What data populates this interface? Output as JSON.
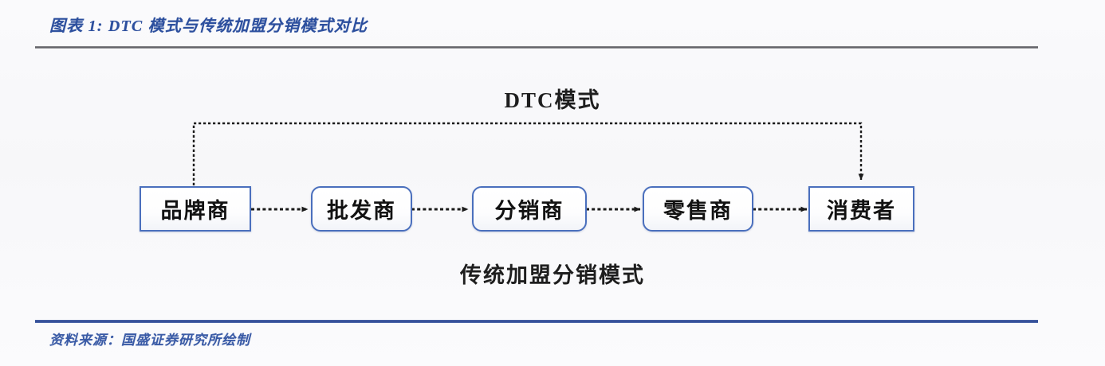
{
  "exhibit": {
    "title": "图表 1: DTC 模式与传统加盟分销模式对比",
    "source": "资料来源：国盛证券研究所绘制"
  },
  "diagram": {
    "top_label": "DTC模式",
    "bottom_label": "传统加盟分销模式",
    "accent_color": "#4a6fbd",
    "title_color": "#2c4f9e",
    "source_color": "#3a5ba6",
    "nodes": [
      {
        "id": "brand",
        "label": "品牌商",
        "shape": "sharp"
      },
      {
        "id": "wholesaler",
        "label": "批发商",
        "shape": "round"
      },
      {
        "id": "distributor",
        "label": "分销商",
        "shape": "round"
      },
      {
        "id": "retailer",
        "label": "零售商",
        "shape": "round"
      },
      {
        "id": "consumer",
        "label": "消费者",
        "shape": "sharp"
      }
    ],
    "connectors": [
      {
        "from": "brand",
        "to": "wholesaler",
        "style": "dotted-arrow"
      },
      {
        "from": "wholesaler",
        "to": "distributor",
        "style": "dotted-arrow"
      },
      {
        "from": "distributor",
        "to": "retailer",
        "style": "dotted-arrow"
      },
      {
        "from": "retailer",
        "to": "consumer",
        "style": "dotted-arrow"
      },
      {
        "from": "brand",
        "to": "consumer",
        "style": "dotted-bracket-over-top"
      }
    ]
  }
}
